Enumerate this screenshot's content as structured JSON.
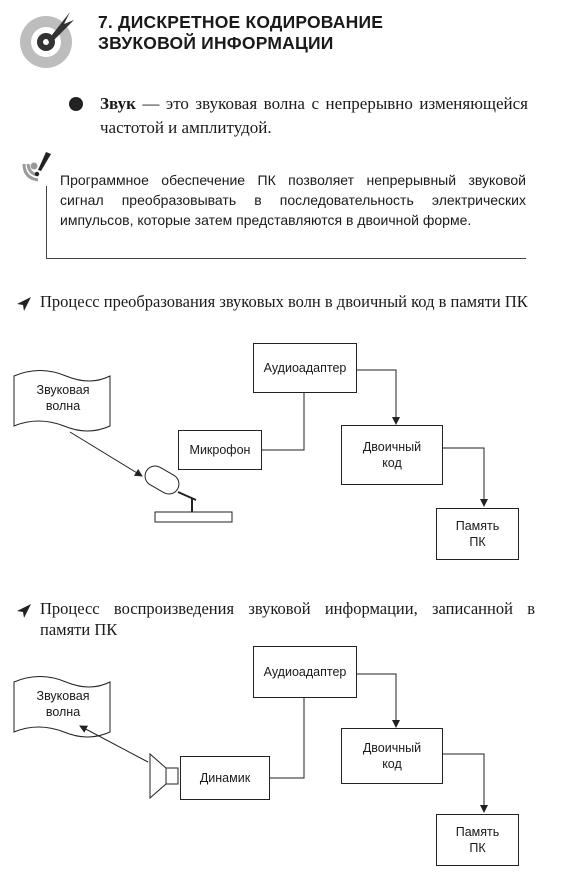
{
  "chapter": {
    "title_line1": "7. ДИСКРЕТНОЕ КОДИРОВАНИЕ",
    "title_line2": "ЗВУКОВОЙ ИНФОРМАЦИИ"
  },
  "definition": {
    "term": "Звук",
    "text": " — это звуковая волна с непрерывно изменяющейся частотой и амплитудой."
  },
  "note": {
    "text": "Программное обеспечение ПК позволяет непрерывный звуковой сигнал преобразовывать в последовательность электрических импульсов, которые затем представляются в двоичной форме."
  },
  "section1": {
    "heading": "Процесс преобразования звуковых волн в двоичный код в памяти ПК",
    "wave_line1": "Звуковая",
    "wave_line2": "волна",
    "microphone": "Микрофон",
    "audio_adapter": "Аудиоадаптер",
    "binary_line1": "Двоичный",
    "binary_line2": "код",
    "memory_line1": "Память",
    "memory_line2": "ПК"
  },
  "section2": {
    "heading": "Процесс воспроизведения звуковой информации, записанной в памяти ПК",
    "wave_line1": "Звуковая",
    "wave_line2": "волна",
    "speaker": "Динамик",
    "audio_adapter": "Аудиоадаптер",
    "binary_line1": "Двоичный",
    "binary_line2": "код",
    "memory_line1": "Память",
    "memory_line2": "ПК"
  },
  "icons": {
    "chapter": "target-icon",
    "note": "exclamation-icon",
    "section": "arrow-pointer-icon"
  },
  "colors": {
    "text": "#1a1a1a",
    "icon_gray": "#bdbdbd",
    "icon_dark": "#333333"
  }
}
